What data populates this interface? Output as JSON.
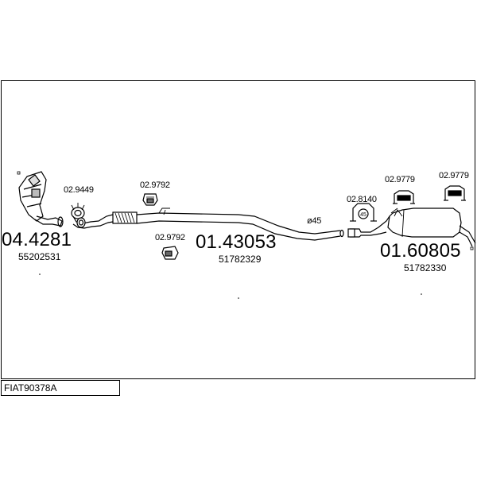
{
  "diagram_code": "FIAT90378A",
  "parts": {
    "catalyst": {
      "number": "04.4281",
      "oem": "55202531"
    },
    "middle_pipe": {
      "number": "01.43053",
      "oem": "51782329"
    },
    "rear_silencer": {
      "number": "01.60805",
      "oem": "51782330"
    }
  },
  "accessories": {
    "gasket_front": "02.9449",
    "clamp_upper": "02.9792",
    "clamp_lower": "02.9792",
    "rubber_mount": "02.8140",
    "hanger_left": "02.9779",
    "hanger_right": "02.9779"
  },
  "pipe_diameter_label": "ø45",
  "mount_badge_text": "45"
}
